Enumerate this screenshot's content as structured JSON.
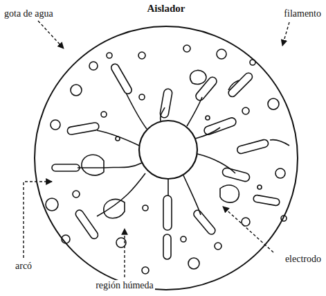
{
  "diagram": {
    "title": "Aislador",
    "labels": [
      "gota de agua",
      "filamento",
      "arcó",
      "electrodo",
      "región húmeda"
    ]
  }
}
